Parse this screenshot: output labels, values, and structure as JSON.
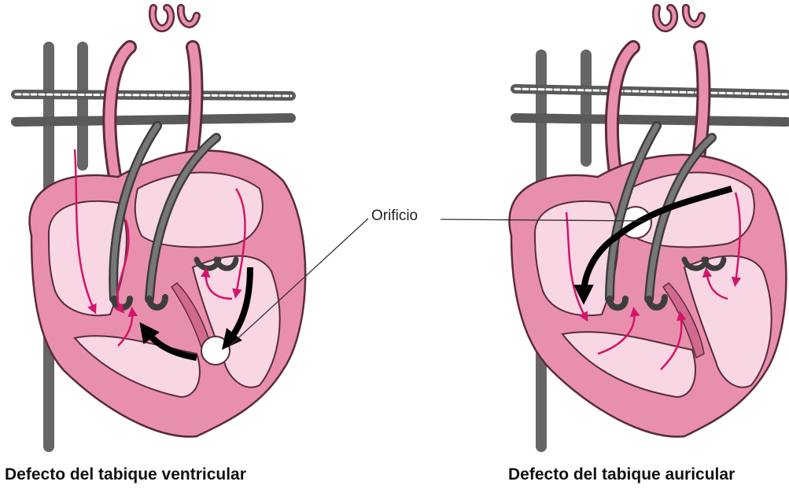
{
  "labels": {
    "orificio": "Orificio"
  },
  "captions": {
    "left": "Defecto del tabique ventricular",
    "right": "Defecto del tabique auricular"
  },
  "colors": {
    "wall": "#e98fae",
    "wall_dark": "#d06a90",
    "chamber": "#f8d6e3",
    "outline": "#5a2b3a",
    "vessel": "#666666",
    "vessel_dark": "#3d3d3d",
    "flow_arrow": "#d4146a",
    "shunt_arrow": "#000000"
  }
}
